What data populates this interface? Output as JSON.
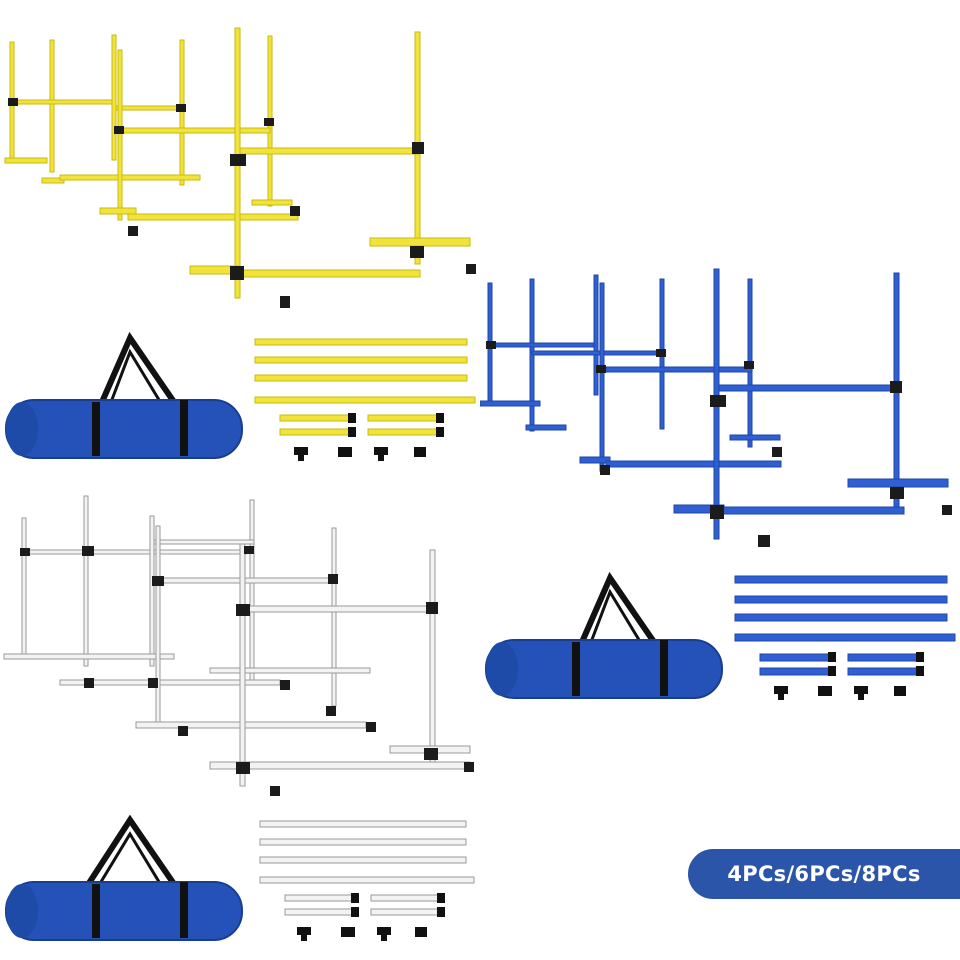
{
  "badge_label": "4PCs/6PCs/8PCs",
  "colors": {
    "yellow": "#f1e33a",
    "blue": "#2f5fd2",
    "white": "#f3f3f3",
    "bag": "#2552b8",
    "joint": "#1b1b1b",
    "badge": "#2b55a8"
  },
  "variants": [
    {
      "color": "yellow",
      "hurdle_count": 4
    },
    {
      "color": "blue",
      "hurdle_count": 4
    },
    {
      "color": "white",
      "hurdle_count": 4
    }
  ]
}
